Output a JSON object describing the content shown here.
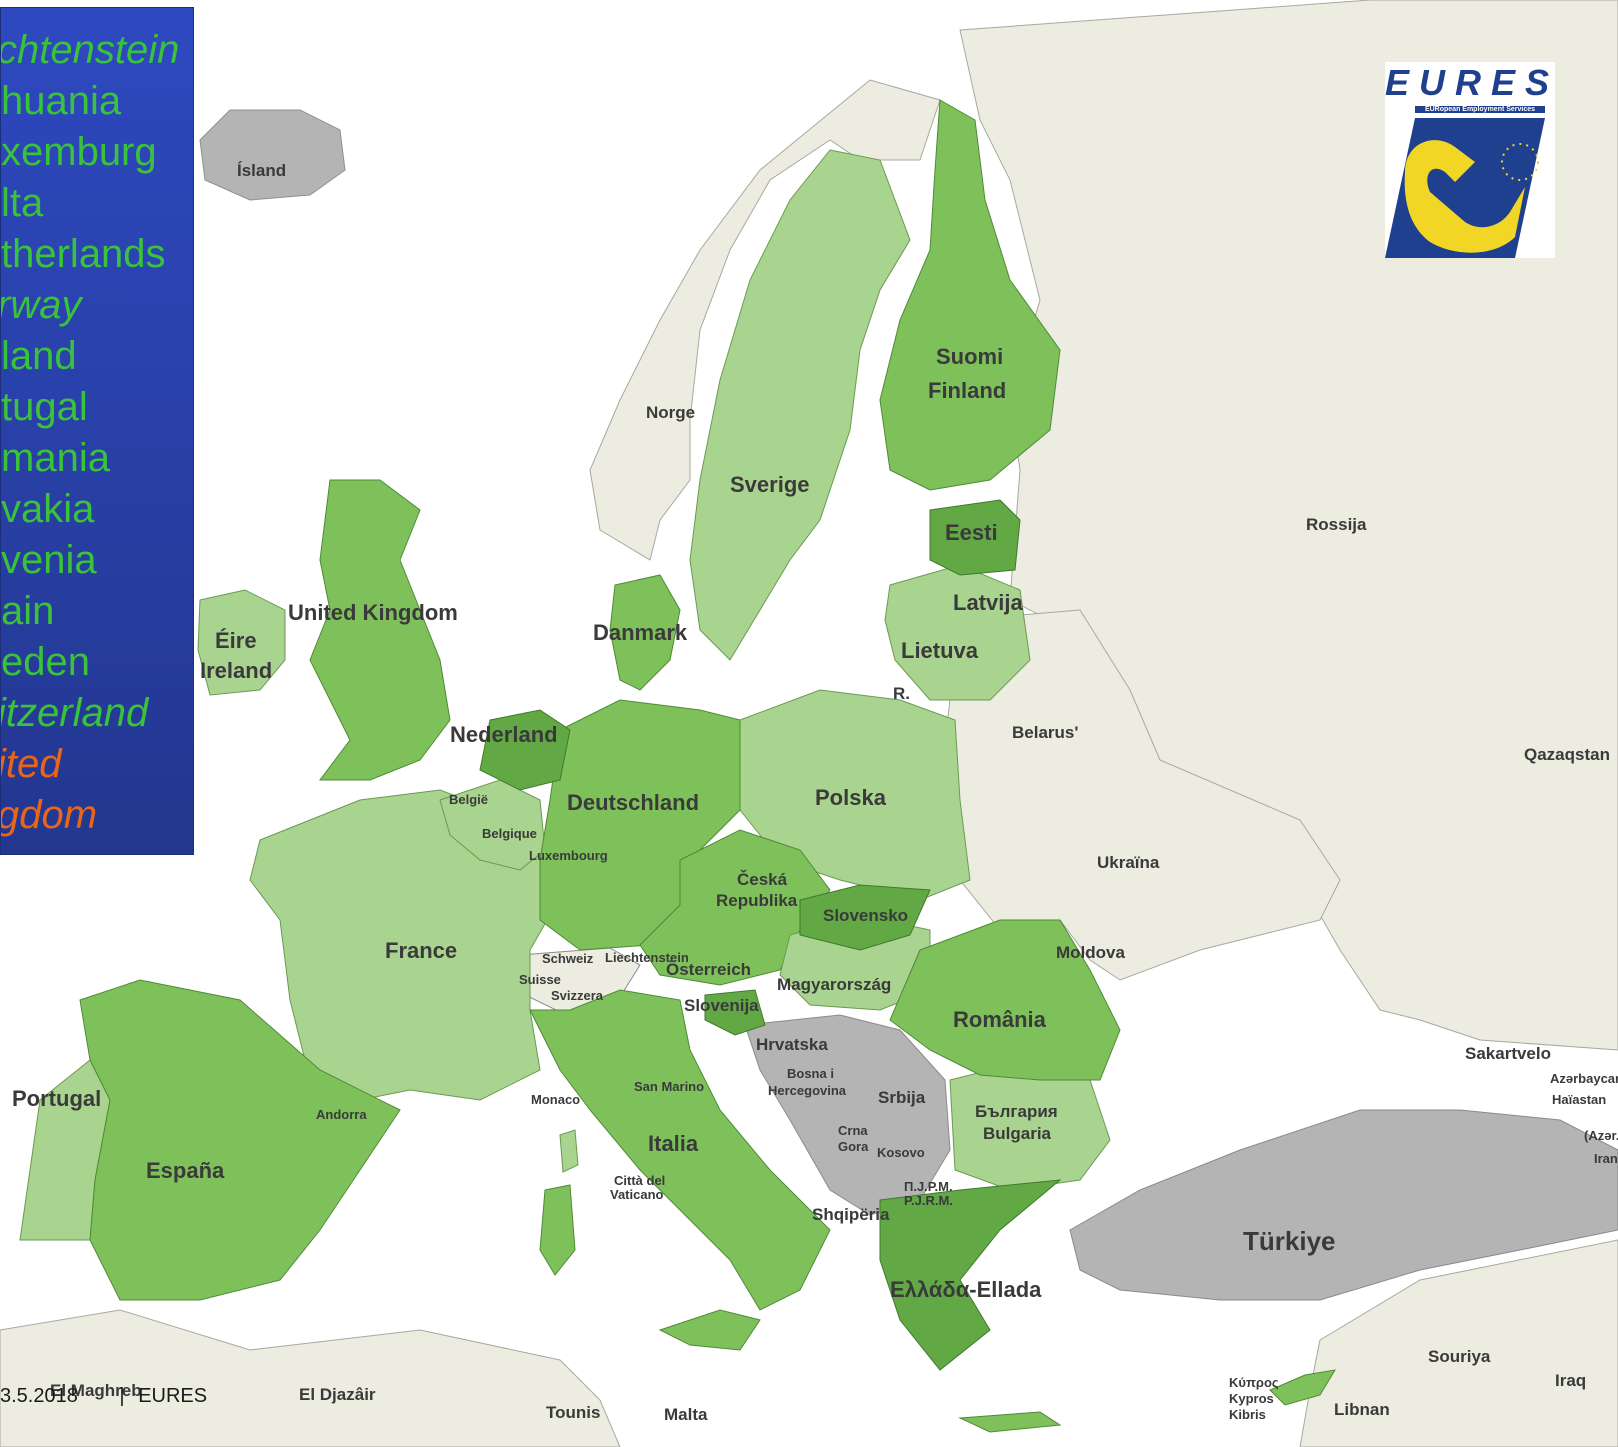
{
  "legend": {
    "items": [
      {
        "text": "chtenstein",
        "color": "#39c23a",
        "italic": true
      },
      {
        "text": "huania",
        "color": "#39c23a",
        "italic": false
      },
      {
        "text": "xemburg",
        "color": "#39c23a",
        "italic": false
      },
      {
        "text": "lta",
        "color": "#39c23a",
        "italic": false
      },
      {
        "text": "therlands",
        "color": "#39c23a",
        "italic": false
      },
      {
        "text": "rway",
        "color": "#39c23a",
        "italic": true
      },
      {
        "text": "land",
        "color": "#39c23a",
        "italic": false
      },
      {
        "text": "tugal",
        "color": "#39c23a",
        "italic": false
      },
      {
        "text": "mania",
        "color": "#39c23a",
        "italic": false
      },
      {
        "text": "vakia",
        "color": "#39c23a",
        "italic": false
      },
      {
        "text": "venia",
        "color": "#39c23a",
        "italic": false
      },
      {
        "text": "ain",
        "color": "#39c23a",
        "italic": false
      },
      {
        "text": "eden",
        "color": "#39c23a",
        "italic": false
      },
      {
        "text": "itzerland",
        "color": "#39c23a",
        "italic": true
      },
      {
        "text": "ited",
        "color": "#e9651a",
        "italic": true
      },
      {
        "text": "gdom",
        "color": "#e9651a",
        "italic": true
      }
    ]
  },
  "logo": {
    "word": "EURES",
    "subtitle": "EURopean Employment Services"
  },
  "footer": {
    "date": "3.5.2018",
    "separator": "|",
    "org": "EURES"
  },
  "colors": {
    "sea": "#ffffff",
    "non_eu": "#ecece0",
    "candidate": "#b4b4b4",
    "eu_light": "#a8d48f",
    "eu_mid": "#7ec15a",
    "eu_dark": "#62a845",
    "legend_bg": "#2e49c0"
  },
  "labels": {
    "island": "Ísland",
    "norge": "Norge",
    "sverige": "Sverige",
    "suomi": "Suomi",
    "finland": "Finland",
    "rossija": "Rossija",
    "eesti": "Eesti",
    "latvija": "Latvija",
    "lietuva": "Lietuva",
    "r": "R.",
    "belarus": "Belarus'",
    "qazaqstan": "Qazaqstan",
    "uk": "United Kingdom",
    "eire": "Éire",
    "ireland": "Ireland",
    "danmark": "Danmark",
    "nederland": "Nederland",
    "belgie": "België",
    "belgique": "Belgique",
    "luxembourg": "Luxembourg",
    "deutschland": "Deutschland",
    "polska": "Polska",
    "ukraina": "Ukraïna",
    "ceska1": "Česká",
    "ceska2": "Republika",
    "slovensko": "Slovensko",
    "france": "France",
    "schweiz": "Schweiz",
    "liechtenstein": "Liechtenstein",
    "suisse": "Suisse",
    "svizzera": "Svizzera",
    "osterreich": "Österreich",
    "moldova": "Moldova",
    "magyarorszag": "Magyarország",
    "slovenija": "Slovenija",
    "romania": "România",
    "hrvatska": "Hrvatska",
    "bosna1": "Bosna i",
    "bosna2": "Hercegovina",
    "srbija": "Srbija",
    "bulgaria_cyr": "България",
    "bulgaria": "Bulgaria",
    "crna": "Crna",
    "gora": "Gora",
    "kosovo": "Kosovo",
    "pjrm1": "П.Ј.Р.М.",
    "pjrm2": "P.J.R.M.",
    "shqiperia": "Shqipëria",
    "sakartvelo": "Sakartvelo",
    "azerbaycan": "Azərbaycan",
    "haiastan": "Haïastan",
    "azer": "(Azər.)",
    "iran": "Iran",
    "turkiye": "Türkiye",
    "ellada": "Ελλάδα-Ellada",
    "portugal": "Portugal",
    "espana": "España",
    "andorra": "Andorra",
    "monaco": "Monaco",
    "san_marino": "San Marino",
    "italia": "Italia",
    "vaticano1": "Città del",
    "vaticano2": "Vaticano",
    "maghreb": "El Maghreb",
    "djazair": "El Djazâir",
    "tounis": "Tounis",
    "malta": "Malta",
    "kypros1": "Κύπρος",
    "kypros2": "Kypros",
    "kypros3": "Kibris",
    "libnan": "Libnan",
    "souriya": "Souriya",
    "iraq": "Iraq"
  }
}
